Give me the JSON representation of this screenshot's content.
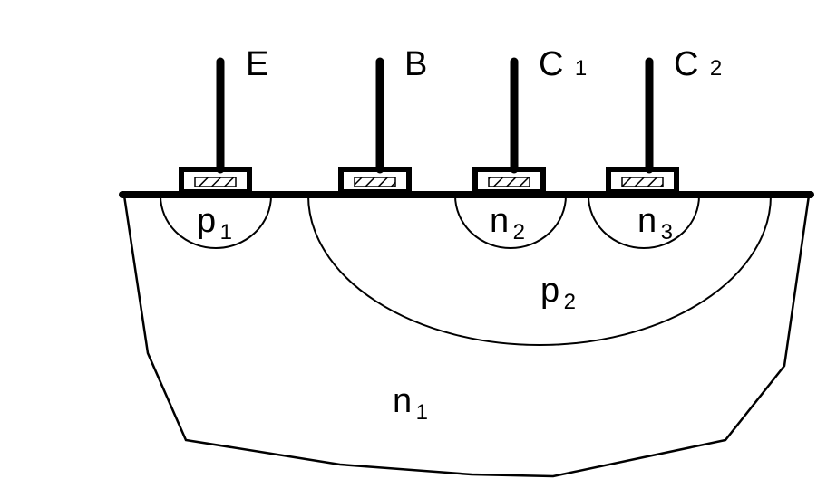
{
  "terminals": [
    {
      "id": "E",
      "letter": "E",
      "index": ""
    },
    {
      "id": "B",
      "letter": "B",
      "index": ""
    },
    {
      "id": "C1",
      "letter": "C",
      "index": "1"
    },
    {
      "id": "C2",
      "letter": "C",
      "index": "2"
    }
  ],
  "regions": {
    "p1": {
      "letter": "p",
      "index": "1"
    },
    "n2": {
      "letter": "n",
      "index": "2"
    },
    "n3": {
      "letter": "n",
      "index": "3"
    },
    "p2": {
      "letter": "p",
      "index": "2"
    },
    "n1": {
      "letter": "n",
      "index": "1"
    }
  },
  "colors": {
    "ink": "#000000",
    "background": "#ffffff"
  }
}
